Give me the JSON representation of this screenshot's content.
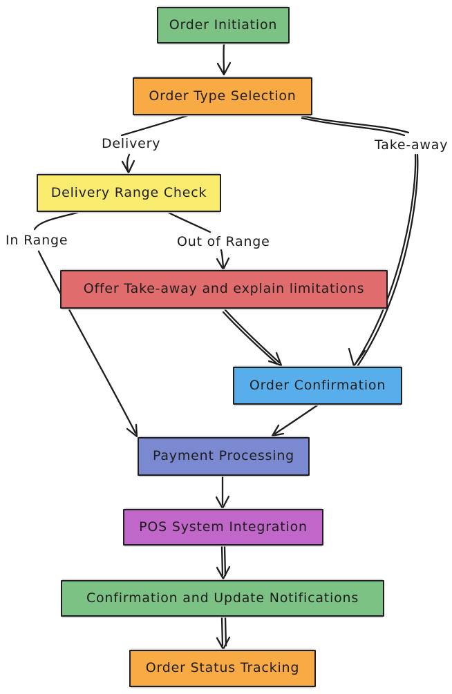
{
  "diagram": {
    "type": "flowchart",
    "style": "hand-drawn",
    "colors": {
      "background": "#ffffff",
      "stroke": "#1c1c1c",
      "green": "#7cc284",
      "orange": "#f8aa44",
      "yellow": "#f9ec6e",
      "red": "#e16c6d",
      "blue": "#58aeea",
      "slate_blue": "#7b8ad0",
      "purple": "#c167c9"
    },
    "nodes": [
      {
        "id": "order-initiation",
        "label": "Order Initiation",
        "fill": "#7cc284"
      },
      {
        "id": "order-type-selection",
        "label": "Order Type Selection",
        "fill": "#f8aa44"
      },
      {
        "id": "delivery-range-check",
        "label": "Delivery Range Check",
        "fill": "#f9ec6e"
      },
      {
        "id": "offer-take-away",
        "label": "Offer Take-away and explain limitations",
        "fill": "#e16c6d"
      },
      {
        "id": "order-confirmation",
        "label": "Order Confirmation",
        "fill": "#58aeea"
      },
      {
        "id": "payment-processing",
        "label": "Payment Processing",
        "fill": "#7b8ad0"
      },
      {
        "id": "pos-system-integration",
        "label": "POS System Integration",
        "fill": "#c167c9"
      },
      {
        "id": "confirmation-update-notifications",
        "label": "Confirmation and Update Notifications",
        "fill": "#7cc284"
      },
      {
        "id": "order-status-tracking",
        "label": "Order Status Tracking",
        "fill": "#f8aa44"
      }
    ],
    "edge_labels": {
      "delivery": "Delivery",
      "take_away": "Take-away",
      "in_range": "In Range",
      "out_of_range": "Out of Range"
    },
    "edges": [
      {
        "from": "Order Initiation",
        "to": "Order Type Selection",
        "label": ""
      },
      {
        "from": "Order Type Selection",
        "to": "Delivery Range Check",
        "label": "Delivery"
      },
      {
        "from": "Order Type Selection",
        "to": "Order Confirmation",
        "label": "Take-away"
      },
      {
        "from": "Delivery Range Check",
        "to": "Payment Processing",
        "label": "In Range"
      },
      {
        "from": "Delivery Range Check",
        "to": "Offer Take-away and explain limitations",
        "label": "Out of Range"
      },
      {
        "from": "Offer Take-away and explain limitations",
        "to": "Order Confirmation",
        "label": ""
      },
      {
        "from": "Order Confirmation",
        "to": "Payment Processing",
        "label": ""
      },
      {
        "from": "Payment Processing",
        "to": "POS System Integration",
        "label": ""
      },
      {
        "from": "POS System Integration",
        "to": "Confirmation and Update Notifications",
        "label": ""
      },
      {
        "from": "Confirmation and Update Notifications",
        "to": "Order Status Tracking",
        "label": ""
      }
    ]
  }
}
